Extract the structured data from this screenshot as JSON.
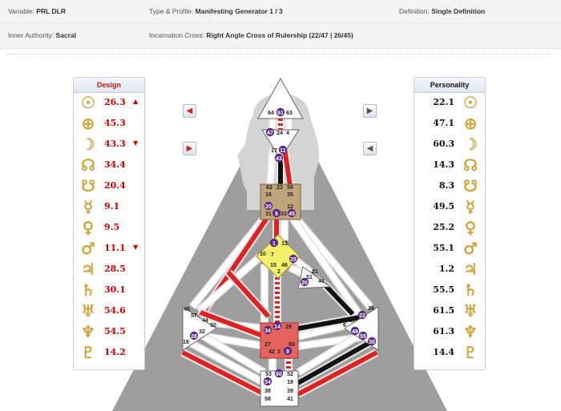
{
  "info": {
    "variable_label": "Variable:",
    "variable_value": "PRL DLR",
    "type_label": "Type & Profile:",
    "type_value": "Manifesting Generator 1 / 3",
    "definition_label": "Definition:",
    "definition_value": "Single Definition",
    "authority_label": "Inner Authority:",
    "authority_value": "Sacral",
    "cross_label": "Incarnation Cross:",
    "cross_value": "Right Angle Cross of Rulership (22/47 | 26/45)"
  },
  "design": {
    "title": "Design",
    "rows": [
      {
        "icon": "sun-icon",
        "glyph": "☉",
        "value": "26.3",
        "arrow": "▲"
      },
      {
        "icon": "earth-icon",
        "glyph": "⊕",
        "value": "45.3",
        "arrow": ""
      },
      {
        "icon": "moon-icon",
        "glyph": "☽",
        "value": "43.3",
        "arrow": "▼"
      },
      {
        "icon": "north-node-icon",
        "glyph": "☊",
        "value": "34.4",
        "arrow": ""
      },
      {
        "icon": "south-node-icon",
        "glyph": "☋",
        "value": "20.4",
        "arrow": ""
      },
      {
        "icon": "mercury-icon",
        "glyph": "☿",
        "value": "9.1",
        "arrow": ""
      },
      {
        "icon": "venus-icon",
        "glyph": "♀",
        "value": "9.5",
        "arrow": ""
      },
      {
        "icon": "mars-icon",
        "glyph": "♂",
        "value": "11.1",
        "arrow": "▼"
      },
      {
        "icon": "jupiter-icon",
        "glyph": "♃",
        "value": "28.5",
        "arrow": ""
      },
      {
        "icon": "saturn-icon",
        "glyph": "♄",
        "value": "30.1",
        "arrow": ""
      },
      {
        "icon": "uranus-icon",
        "glyph": "♅",
        "value": "54.6",
        "arrow": ""
      },
      {
        "icon": "neptune-icon",
        "glyph": "♆",
        "value": "54.5",
        "arrow": ""
      },
      {
        "icon": "pluto-icon",
        "glyph": "♇",
        "value": "14.2",
        "arrow": ""
      }
    ]
  },
  "personality": {
    "title": "Personality",
    "rows": [
      {
        "icon": "sun-icon",
        "glyph": "☉",
        "value": "22.1"
      },
      {
        "icon": "earth-icon",
        "glyph": "⊕",
        "value": "47.1"
      },
      {
        "icon": "moon-icon",
        "glyph": "☽",
        "value": "60.3"
      },
      {
        "icon": "north-node-icon",
        "glyph": "☊",
        "value": "14.3"
      },
      {
        "icon": "south-node-icon",
        "glyph": "☋",
        "value": "8.3"
      },
      {
        "icon": "mercury-icon",
        "glyph": "☿",
        "value": "49.5"
      },
      {
        "icon": "venus-icon",
        "glyph": "♀",
        "value": "25.2"
      },
      {
        "icon": "mars-icon",
        "glyph": "♂",
        "value": "55.1"
      },
      {
        "icon": "jupiter-icon",
        "glyph": "♃",
        "value": "1.2"
      },
      {
        "icon": "saturn-icon",
        "glyph": "♄",
        "value": "55.5"
      },
      {
        "icon": "uranus-icon",
        "glyph": "♅",
        "value": "61.5"
      },
      {
        "icon": "neptune-icon",
        "glyph": "♆",
        "value": "61.3"
      },
      {
        "icon": "pluto-icon",
        "glyph": "♇",
        "value": "14.4"
      }
    ]
  },
  "nav": {
    "left": [
      {
        "icon": "arrow-left-icon",
        "glyph": "◀",
        "color": "#d32020"
      },
      {
        "icon": "arrow-right-icon",
        "glyph": "▶",
        "color": "#d32020"
      }
    ],
    "right": [
      {
        "icon": "arrow-right-icon",
        "glyph": "▶",
        "color": "#555555"
      },
      {
        "icon": "arrow-left-icon",
        "glyph": "◀",
        "color": "#555555"
      }
    ]
  },
  "colors": {
    "design_red": "#d40000",
    "active_red": "#dd2222",
    "active_black": "#111111",
    "gold": "#d7a52b",
    "head_fill": "#ffffff",
    "ego_fill": "#c0a47a",
    "g_fill": "#f3f06a",
    "sacral_fill": "#e4635d",
    "gate_highlight": "#5b2a8a"
  },
  "centers": {
    "head": [
      "64",
      "61",
      "63"
    ],
    "ajna": [
      "47",
      "24",
      "4",
      "17",
      "11",
      "43"
    ],
    "throat": [
      "62",
      "23",
      "56",
      "16",
      "35",
      "20",
      "12",
      "31",
      "8",
      "33",
      "45"
    ],
    "g": [
      "1",
      "7",
      "13",
      "10",
      "15",
      "46",
      "25",
      "2"
    ],
    "heart": [
      "21",
      "51",
      "26",
      "40"
    ],
    "sacral": [
      "34",
      "14",
      "29",
      "27",
      "42",
      "3",
      "9",
      "59"
    ],
    "spleen": [
      "48",
      "57",
      "44",
      "50",
      "32",
      "28",
      "18"
    ],
    "solar_plexus": [
      "36",
      "22",
      "37",
      "6",
      "49",
      "55",
      "30"
    ],
    "root": [
      "53",
      "60",
      "52",
      "54",
      "19",
      "38",
      "39",
      "58",
      "41"
    ]
  }
}
